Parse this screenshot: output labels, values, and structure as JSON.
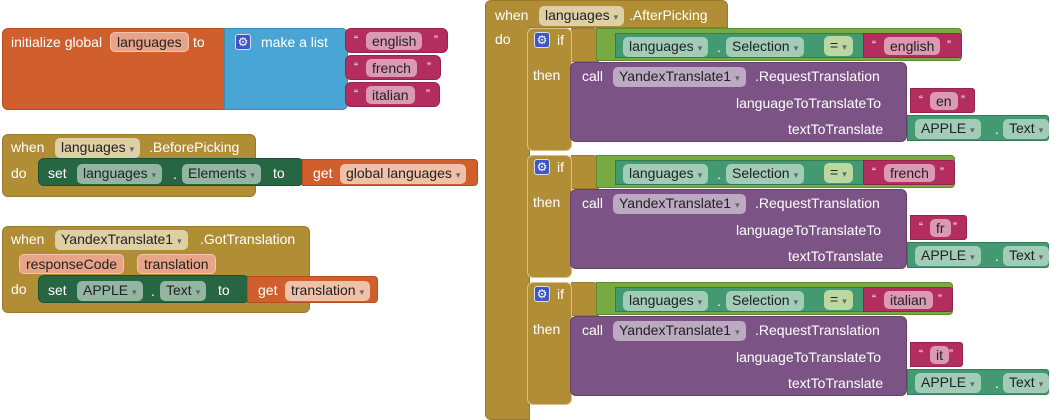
{
  "init_global": {
    "label": "initialize global",
    "var_name": "languages",
    "to": "to",
    "make_list": "make a list",
    "items": [
      "english",
      "french",
      "italian"
    ]
  },
  "before_picking": {
    "when": "when",
    "component": "languages",
    "event": ".BeforePicking",
    "do": "do",
    "set": "set",
    "target": "languages",
    "property": "Elements",
    "to": "to",
    "get": "get",
    "get_var": "global languages"
  },
  "got_translation": {
    "when": "when",
    "component": "YandexTranslate1",
    "event": ".GotTranslation",
    "params": [
      "responseCode",
      "translation"
    ],
    "do": "do",
    "set": "set",
    "target": "APPLE",
    "property": "Text",
    "to": "to",
    "get": "get",
    "get_var": "translation"
  },
  "after_picking": {
    "when": "when",
    "component": "languages",
    "event": ".AfterPicking",
    "do": "do",
    "if_label": "if",
    "then_label": "then",
    "call": "call",
    "call_component": "YandexTranslate1",
    "method": ".RequestTranslation",
    "arg1": "languageToTranslateTo",
    "arg2": "textToTranslate",
    "getter_component": "languages",
    "getter_property": "Selection",
    "op": "=",
    "text_component": "APPLE",
    "text_property": "Text",
    "branches": [
      {
        "compare": "english",
        "lang": "en"
      },
      {
        "compare": "french",
        "lang": "fr"
      },
      {
        "compare": "italian",
        "lang": "it"
      }
    ]
  },
  "colors": {
    "variable": "#d05f2d",
    "list": "#49a6d4",
    "text": "#b32d5e",
    "event": "#b18e35",
    "setter": "#266643",
    "getter": "#439970",
    "logic": "#77ab41",
    "procedure": "#7c5385"
  },
  "quote_open": "“",
  "quote_close": "”",
  "dropdown": "▾",
  "dot": "."
}
